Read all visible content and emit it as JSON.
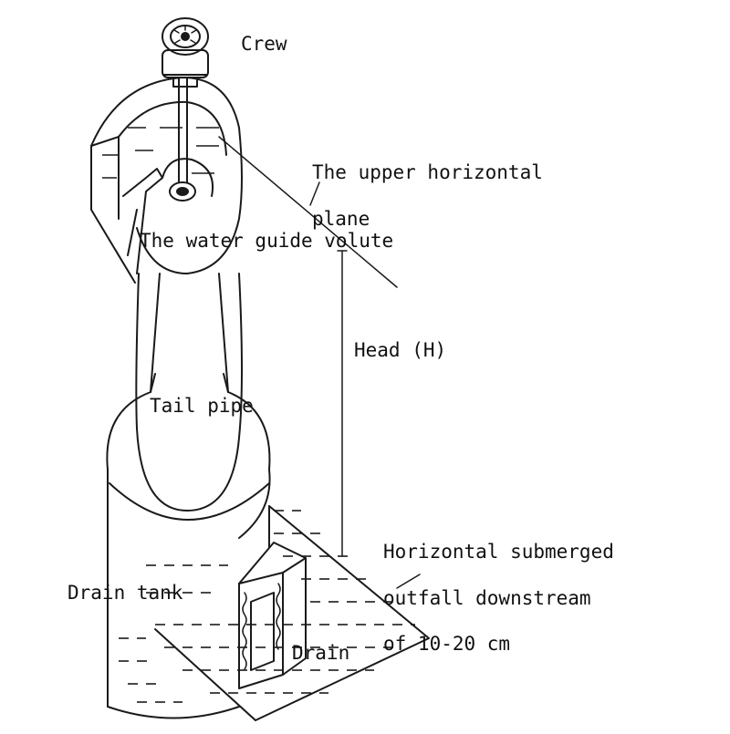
{
  "diagram": {
    "labels": {
      "crew": "Crew",
      "upper_plane_line1": "The upper horizontal",
      "upper_plane_line2": "plane",
      "volute": "The water guide volute",
      "head": "Head (H)",
      "tail_pipe": "Tail pipe",
      "outfall_line1": "Horizontal submerged",
      "outfall_line2": "outfall downstream",
      "outfall_line3": "of 10-20 cm",
      "drain_tank": "Drain tank",
      "drain": "Drain"
    },
    "colors": {
      "ink": "#1a1a1a",
      "background": "#ffffff",
      "water_hatch": "#1a1a1a"
    }
  }
}
